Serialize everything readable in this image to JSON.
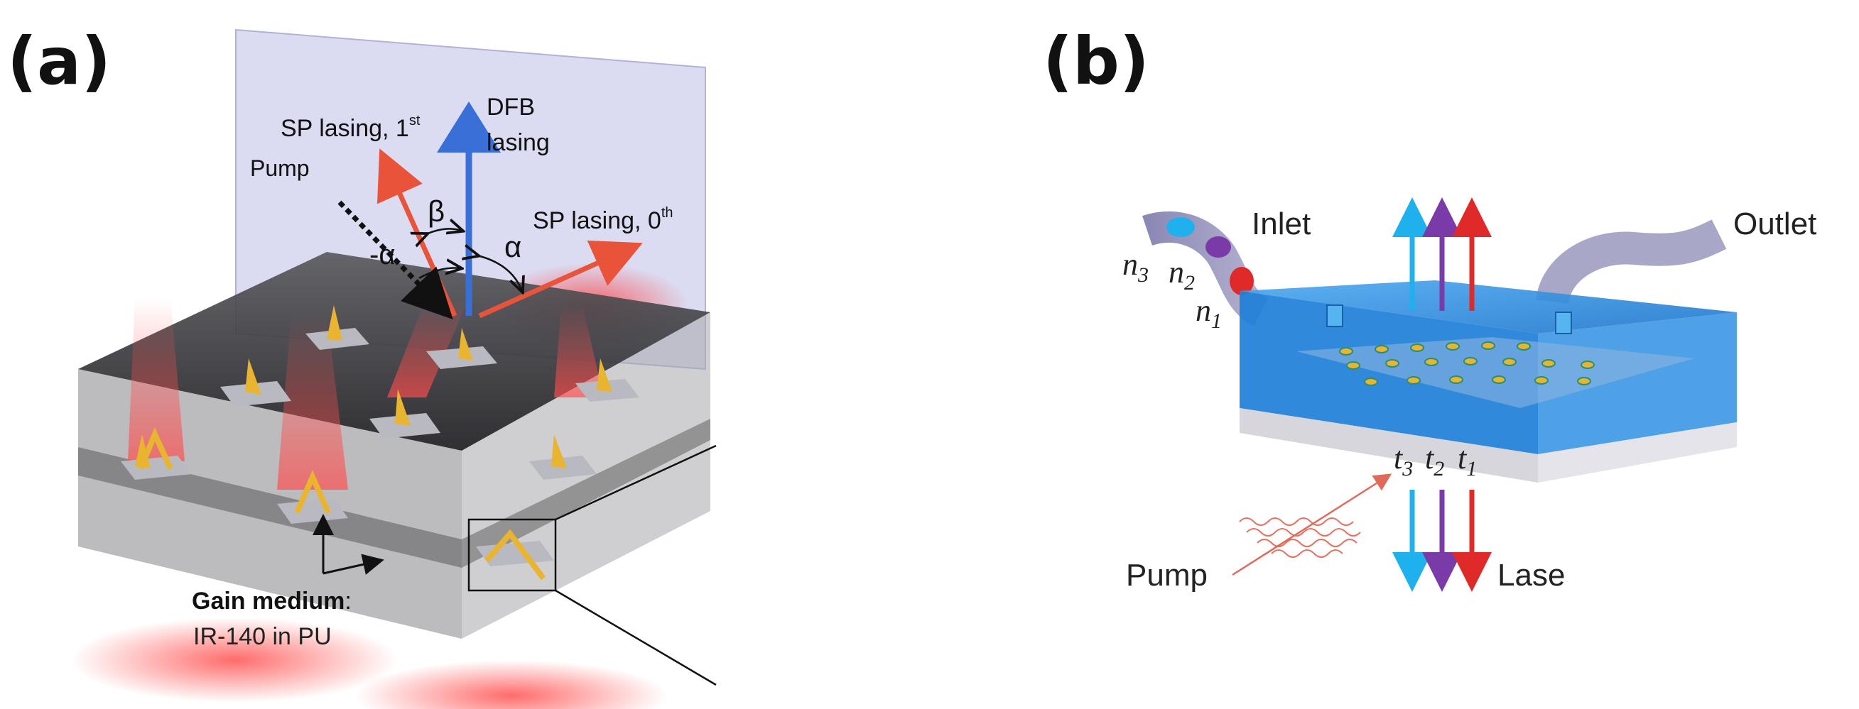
{
  "panel_a": {
    "label": "(a)",
    "dfb_line1": "DFB",
    "dfb_line2": "lasing",
    "sp1_text": "SP lasing, 1",
    "sp1_sup": "st",
    "sp0_text": "SP lasing, 0",
    "sp0_sup": "th",
    "pump": "Pump",
    "beta": "β",
    "neg_alpha": "-α",
    "alpha": "α",
    "gain_bold": "Gain medium",
    "gain_colon": ":",
    "gain_material": "IR-140 in PU"
  },
  "panel_b": {
    "label": "(b)",
    "inlet": "Inlet",
    "outlet": "Outlet",
    "n3": "n",
    "n3_sub": "3",
    "n2": "n",
    "n2_sub": "2",
    "n1": "n",
    "n1_sub": "1",
    "t3": "t",
    "t3_sub": "3",
    "t2": "t",
    "t2_sub": "2",
    "t1": "t",
    "t1_sub": "1",
    "pump": "Pump",
    "lase": "Lase"
  },
  "colors": {
    "sp_arrow": "#e8533a",
    "dfb_arrow": "#3a6fd8",
    "nano_gold": "#e9b530",
    "chip_blue": "#2f8fe0",
    "cyan": "#1fb0ee",
    "purple": "#7a3aa8",
    "red": "#e02a2a"
  }
}
